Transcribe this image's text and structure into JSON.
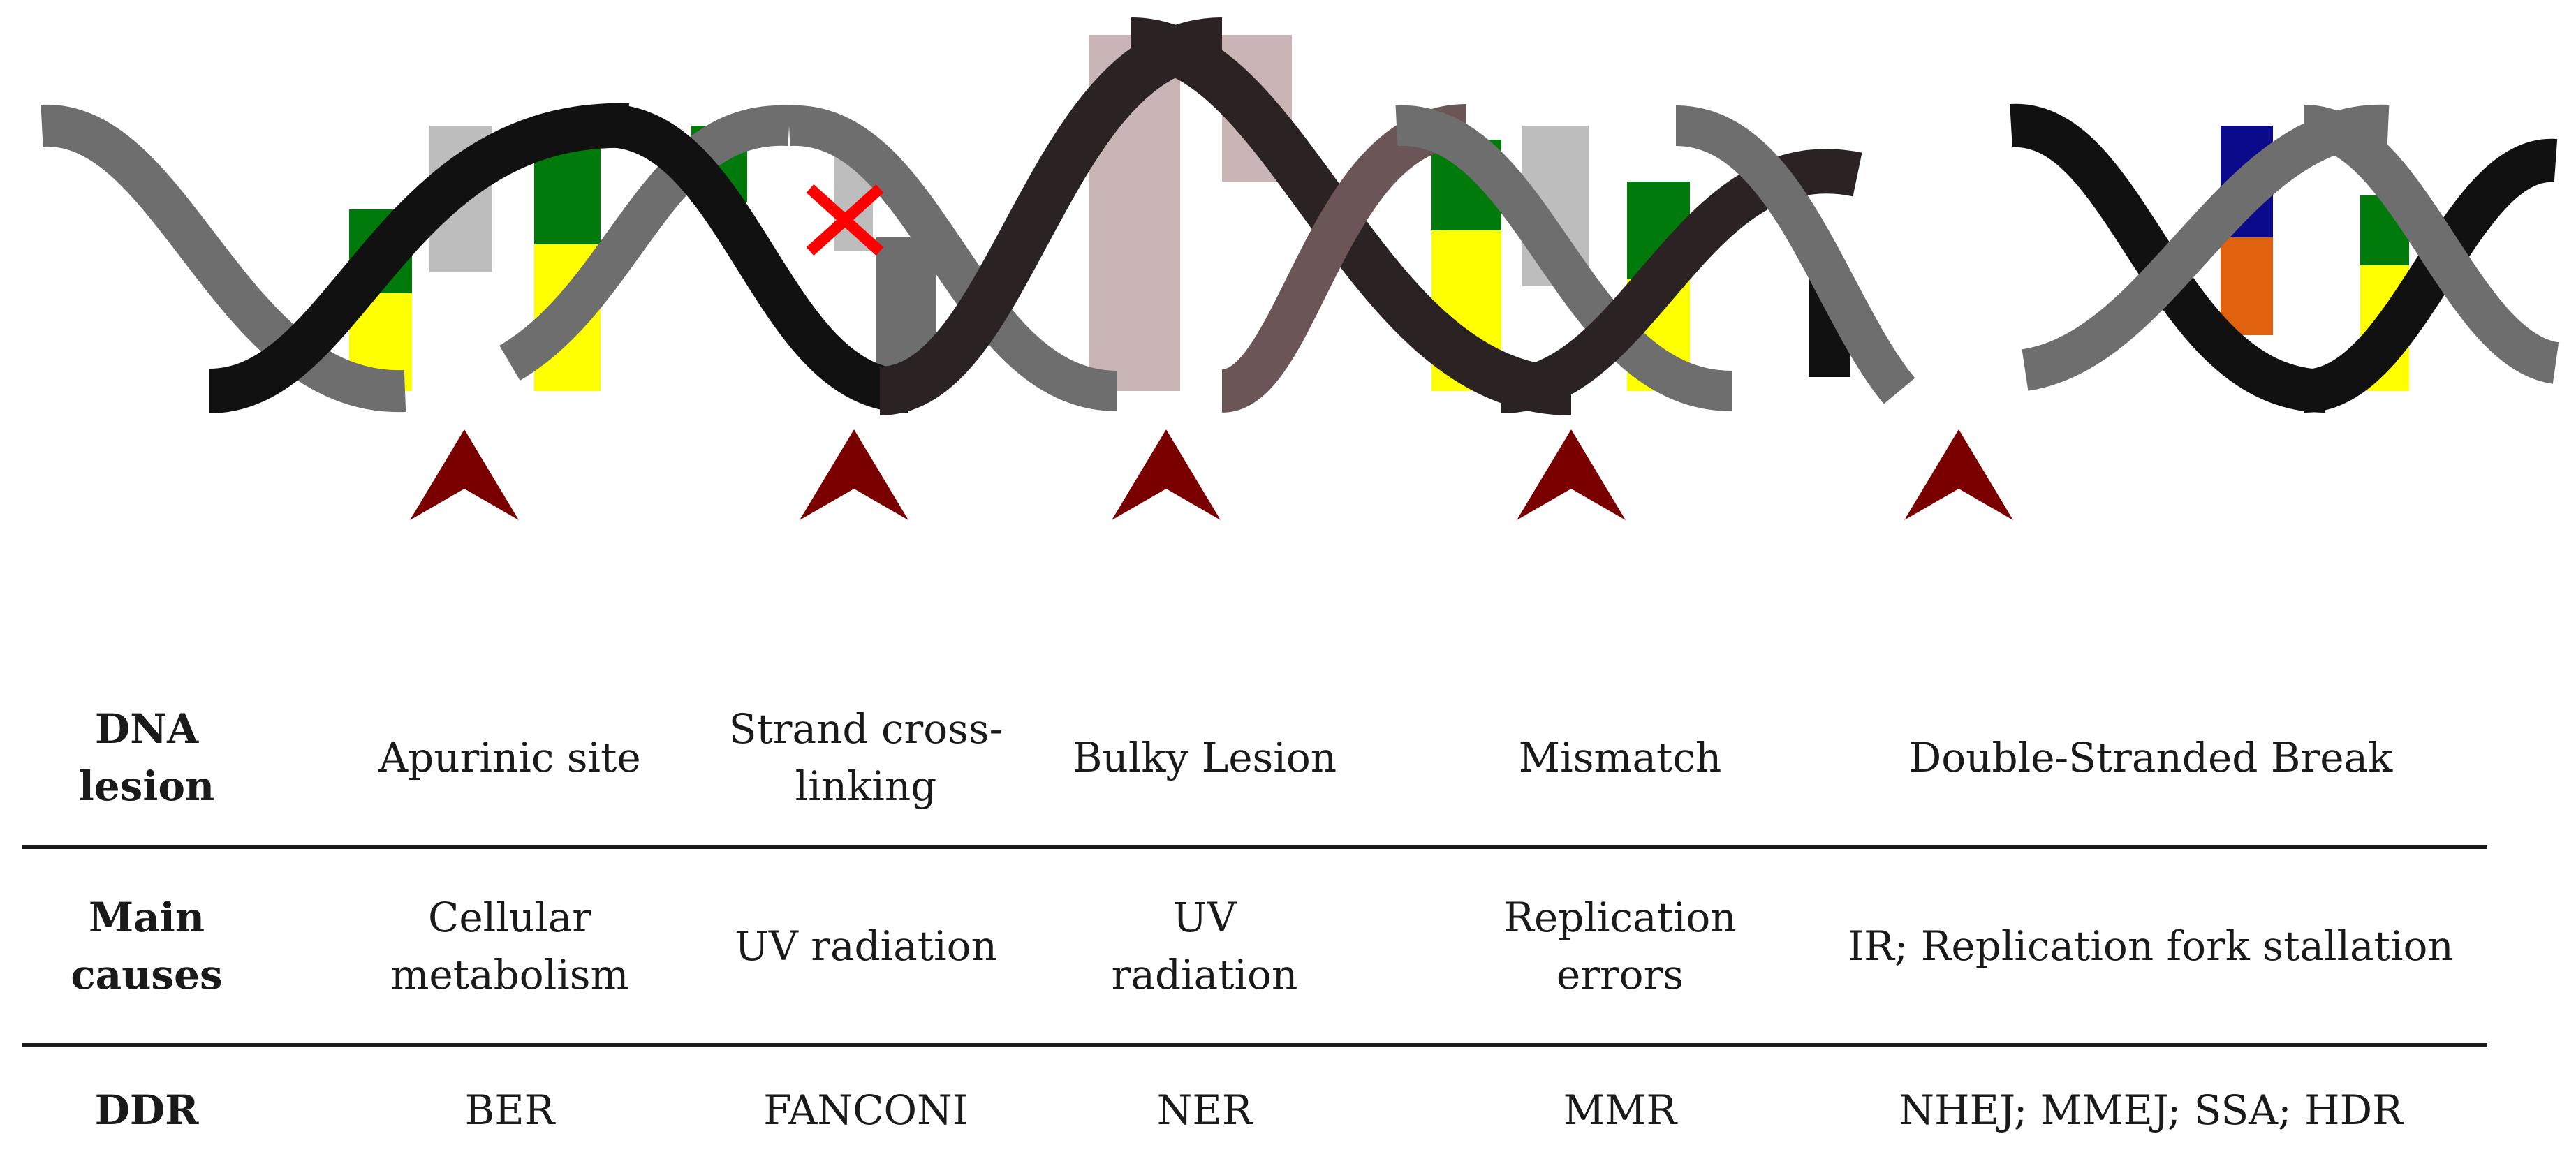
{
  "figure": {
    "colors": {
      "strand_black": "#111111",
      "strand_gray": "#6e6e6e",
      "strand_brown_dark": "#2a2223",
      "strand_brown": "#6b5556",
      "base_green": "#007a0a",
      "base_yellow": "#ffff00",
      "base_light_gray": "#bdbdbd",
      "base_pink": "#c9b5b5",
      "base_navy": "#0a0a8a",
      "base_orange": "#e0620e",
      "cross_red": "#ff0000",
      "arrow_dark_red": "#7a0000"
    },
    "arrow_count": 5
  },
  "table": {
    "rows": [
      {
        "header": [
          "DNA",
          "lesion"
        ],
        "cells": [
          [
            "Apurinic site"
          ],
          [
            "Strand cross-",
            "linking"
          ],
          [
            "Bulky Lesion"
          ],
          [
            "Mismatch"
          ],
          [
            "Double-Stranded Break"
          ]
        ]
      },
      {
        "header": [
          "Main",
          "causes"
        ],
        "cells": [
          [
            "Cellular",
            "metabolism"
          ],
          [
            "UV radiation"
          ],
          [
            "UV",
            "radiation"
          ],
          [
            "Replication",
            "errors"
          ],
          [
            "IR; Replication fork stallation"
          ]
        ]
      },
      {
        "header": [
          "DDR"
        ],
        "cells": [
          [
            "BER"
          ],
          [
            "FANCONI"
          ],
          [
            "NER"
          ],
          [
            "MMR"
          ],
          [
            "NHEJ; MMEJ; SSA; HDR"
          ]
        ]
      }
    ]
  }
}
